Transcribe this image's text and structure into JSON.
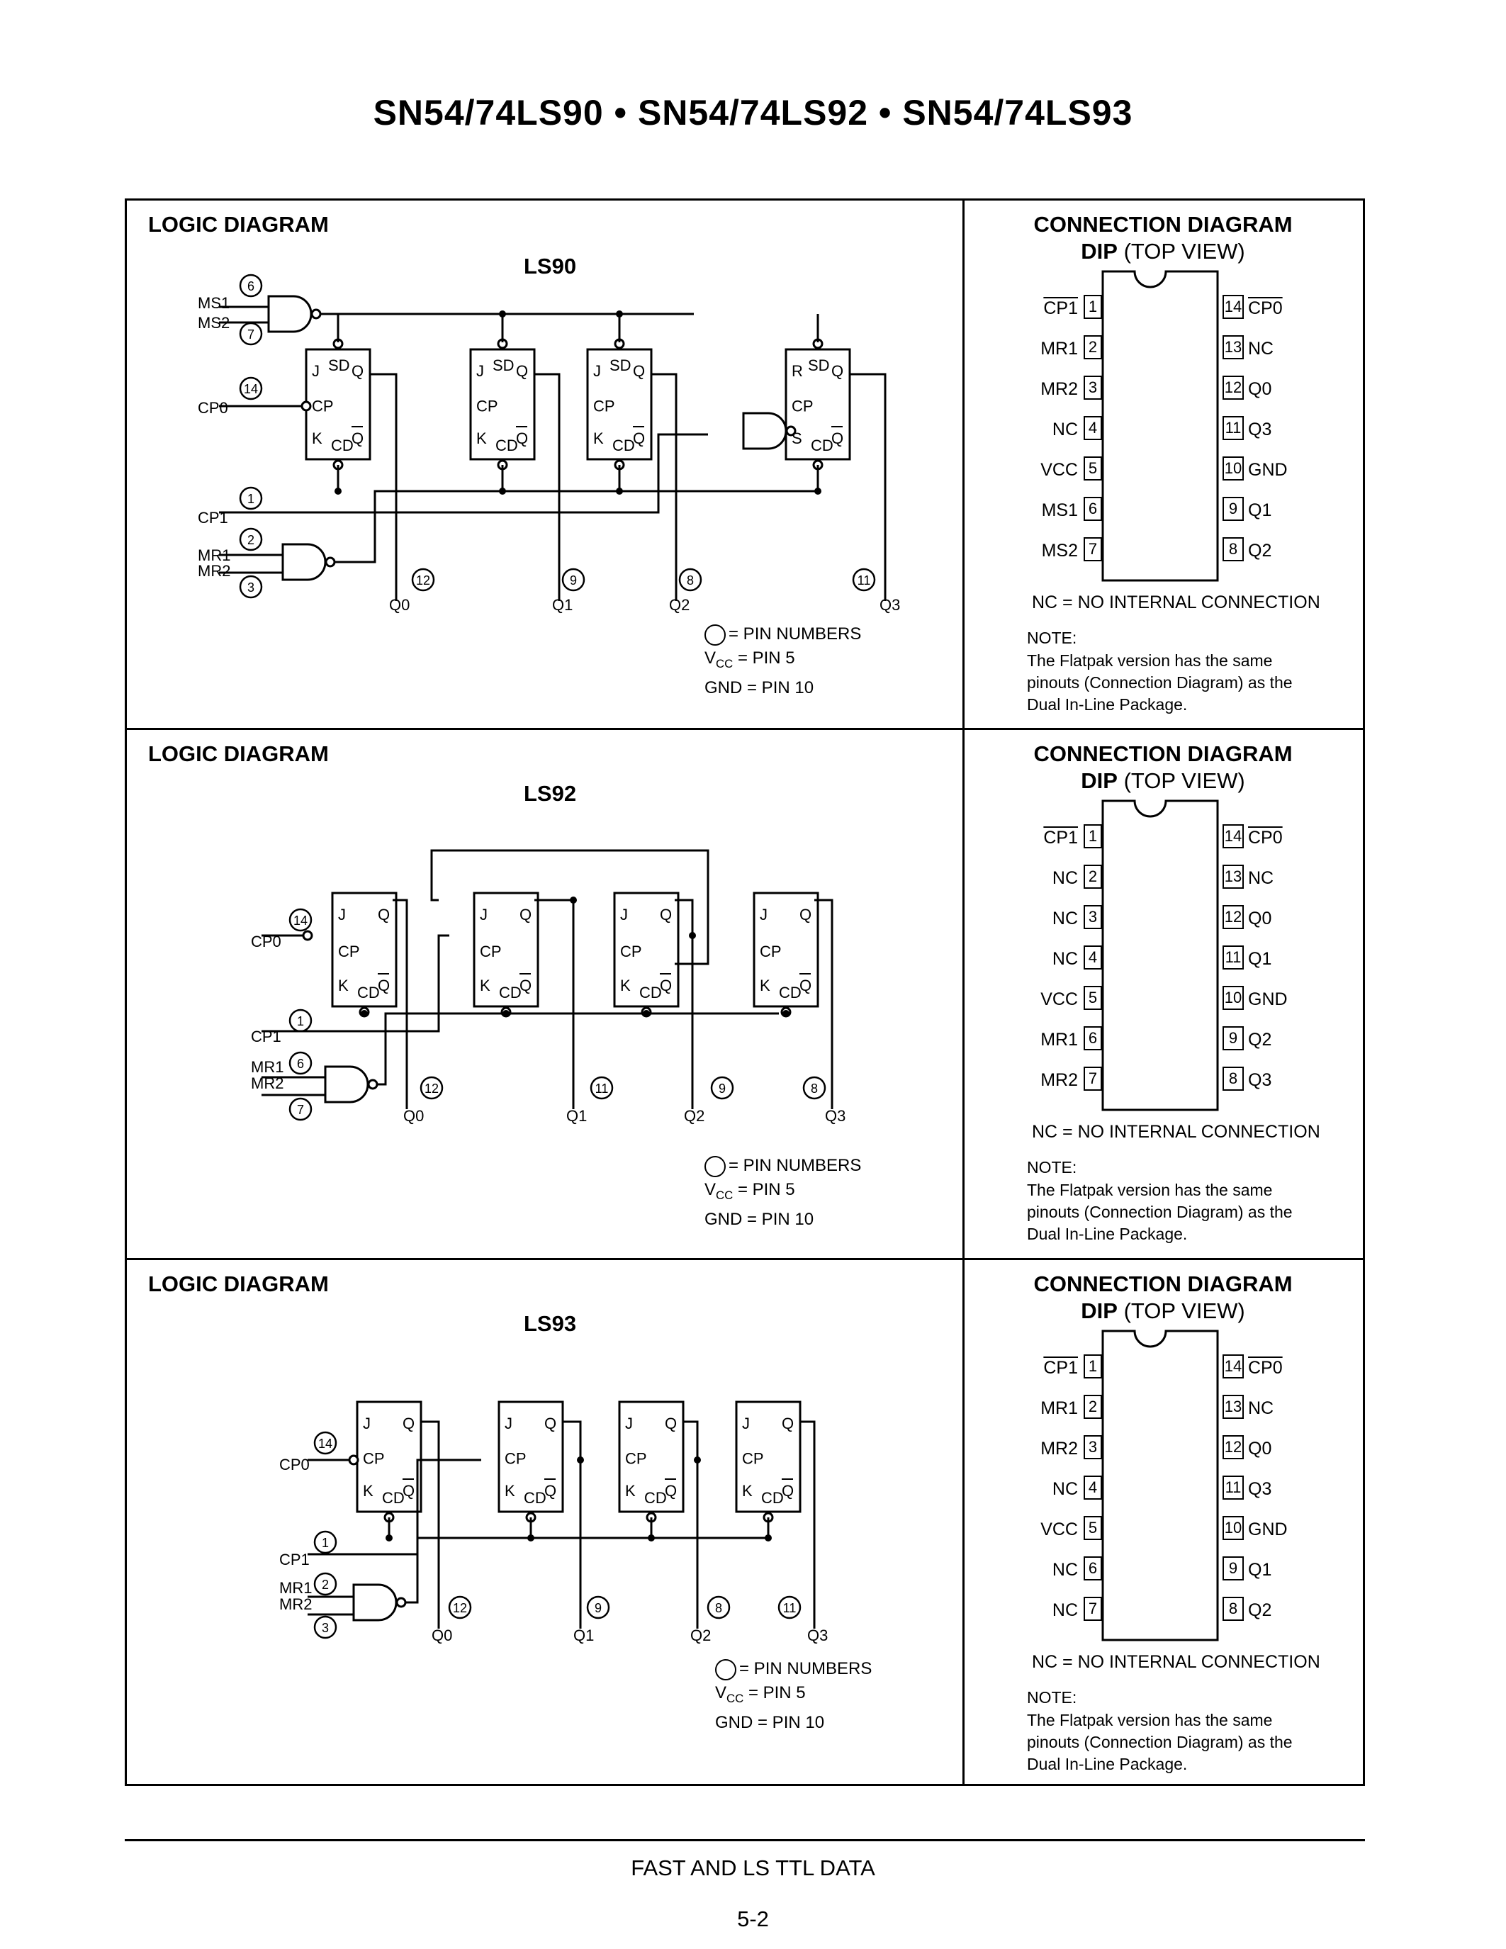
{
  "title": "SN54/74LS90 • SN54/74LS92 • SN54/74LS93",
  "legend": {
    "pin_numbers": "= PIN NUMBERS",
    "vcc": "= PIN 5",
    "gnd": "GND = PIN 10"
  },
  "note": {
    "nc": "NC = NO INTERNAL CONNECTION",
    "label": "NOTE:",
    "text": "The Flatpak version has the same pinouts (Connection Diagram) as the Dual In-Line Package."
  },
  "sections": [
    {
      "logic_heading": "LOGIC DIAGRAM",
      "device": "LS90",
      "conn_heading": "CONNECTION DIAGRAM",
      "conn_sub_bold": "DIP",
      "conn_sub": "(TOP VIEW)",
      "left_pins": [
        [
          "CP1",
          "1"
        ],
        [
          "MR1",
          "2"
        ],
        [
          "MR2",
          "3"
        ],
        [
          "NC",
          "4"
        ],
        [
          "VCC",
          "5"
        ],
        [
          "MS1",
          "6"
        ],
        [
          "MS2",
          "7"
        ]
      ],
      "right_pins": [
        [
          "CP0",
          "14"
        ],
        [
          "NC",
          "13"
        ],
        [
          "Q0",
          "12"
        ],
        [
          "Q3",
          "11"
        ],
        [
          "GND",
          "10"
        ],
        [
          "Q1",
          "9"
        ],
        [
          "Q2",
          "8"
        ]
      ]
    },
    {
      "logic_heading": "LOGIC DIAGRAM",
      "device": "LS92",
      "conn_heading": "CONNECTION DIAGRAM",
      "conn_sub_bold": "DIP",
      "conn_sub": "(TOP VIEW)",
      "left_pins": [
        [
          "CP1",
          "1"
        ],
        [
          "NC",
          "2"
        ],
        [
          "NC",
          "3"
        ],
        [
          "NC",
          "4"
        ],
        [
          "VCC",
          "5"
        ],
        [
          "MR1",
          "6"
        ],
        [
          "MR2",
          "7"
        ]
      ],
      "right_pins": [
        [
          "CP0",
          "14"
        ],
        [
          "NC",
          "13"
        ],
        [
          "Q0",
          "12"
        ],
        [
          "Q1",
          "11"
        ],
        [
          "GND",
          "10"
        ],
        [
          "Q2",
          "9"
        ],
        [
          "Q3",
          "8"
        ]
      ]
    },
    {
      "logic_heading": "LOGIC DIAGRAM",
      "device": "LS93",
      "conn_heading": "CONNECTION DIAGRAM",
      "conn_sub_bold": "DIP",
      "conn_sub": "(TOP VIEW)",
      "left_pins": [
        [
          "CP1",
          "1"
        ],
        [
          "MR1",
          "2"
        ],
        [
          "MR2",
          "3"
        ],
        [
          "NC",
          "4"
        ],
        [
          "VCC",
          "5"
        ],
        [
          "NC",
          "6"
        ],
        [
          "NC",
          "7"
        ]
      ],
      "right_pins": [
        [
          "CP0",
          "14"
        ],
        [
          "NC",
          "13"
        ],
        [
          "Q0",
          "12"
        ],
        [
          "Q3",
          "11"
        ],
        [
          "GND",
          "10"
        ],
        [
          "Q1",
          "9"
        ],
        [
          "Q2",
          "8"
        ]
      ]
    }
  ],
  "footer": {
    "text": "FAST AND LS TTL DATA",
    "page": "5-2"
  }
}
